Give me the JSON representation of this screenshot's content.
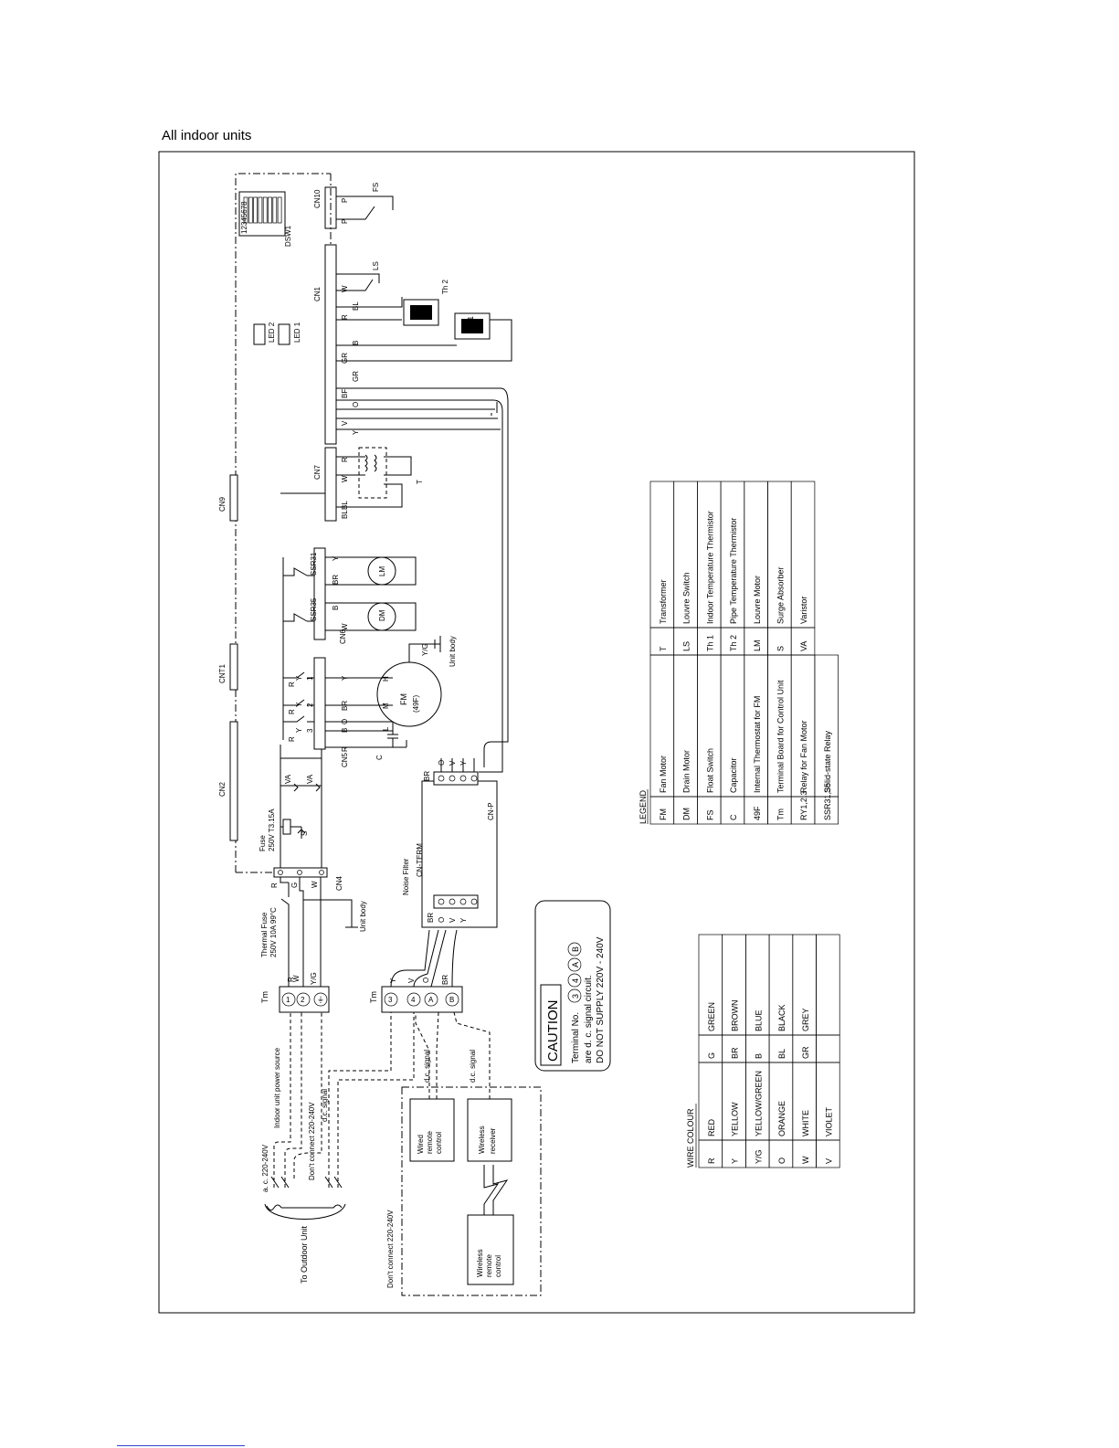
{
  "title": "All indoor units",
  "caution": {
    "heading": "CAUTION",
    "line1": "Terminal No.",
    "circled": [
      "3",
      "4",
      "A",
      "B"
    ],
    "line2": "are d. c. signal circuit.",
    "line3": "DO NOT SUPPLY 220V - 240V"
  },
  "legend": {
    "heading": "LEGEND",
    "rows": [
      {
        "code": "FM",
        "desc": "Fan Motor",
        "code2": "T",
        "desc2": "Transformer"
      },
      {
        "code": "DM",
        "desc": "Drain Motor",
        "code2": "LS",
        "desc2": "Louvre Switch"
      },
      {
        "code": "FS",
        "desc": "Float Switch",
        "code2": "Th 1",
        "desc2": "Indoor Temperature Thermistor"
      },
      {
        "code": "C",
        "desc": "Capacitor",
        "code2": "Th 2",
        "desc2": "Pipe Temperature Thermistor"
      },
      {
        "code": "49F",
        "desc": "Internal Thermostat for FM",
        "code2": "LM",
        "desc2": "Louvre Motor"
      },
      {
        "code": "Tm",
        "desc": "Terminal Board for Control Unit",
        "code2": "S",
        "desc2": "Surge Absorber"
      },
      {
        "code": "RY1,2,3",
        "desc": "Relay for Fan Motor",
        "code2": "VA",
        "desc2": "Varistor"
      },
      {
        "code": "SSR31,35",
        "desc": "Solid-state Relay",
        "code2": "",
        "desc2": ""
      }
    ]
  },
  "wire_colour": {
    "heading": "WIRE COLOUR",
    "rows": [
      {
        "code": "R",
        "name": "RED",
        "code2": "G",
        "name2": "GREEN"
      },
      {
        "code": "Y",
        "name": "YELLOW",
        "code2": "BR",
        "name2": "BROWN"
      },
      {
        "code": "Y/G",
        "name": "YELLOW/GREEN",
        "code2": "B",
        "name2": "BLUE"
      },
      {
        "code": "O",
        "name": "ORANGE",
        "code2": "BL",
        "name2": "BLACK"
      },
      {
        "code": "W",
        "name": "WHITE",
        "code2": "GR",
        "name2": "GREY"
      },
      {
        "code": "V",
        "name": "VIOLET",
        "code2": "",
        "name2": ""
      }
    ]
  },
  "labels": {
    "to_outdoor": "To Outdoor Unit",
    "ac_supply": "a. c. 220-240V",
    "indoor_power": "Indoor unit power source",
    "dont_connect_1": "Don't connect 220-240V",
    "dc_signal": "d.c. signal",
    "dont_connect_2": "Don't connect 220-240V",
    "dc_signal_a": "d.c. signal",
    "dc_signal_b": "d.c. signal",
    "wired_remote": [
      "Wired",
      "remote",
      "control"
    ],
    "wireless_receiver": [
      "Wireless",
      "receiver"
    ],
    "wireless_remote": [
      "Wireless",
      "remote",
      "control"
    ],
    "tm": "Tm",
    "tm2": "Tm",
    "terminal_wires_top": [
      "R",
      "W",
      "Y/G"
    ],
    "terminal_ids_top": [
      "1",
      "2",
      "⏚"
    ],
    "terminal_wires_bottom": [
      "Y",
      "V",
      "O",
      "BR"
    ],
    "terminal_ids_bottom": [
      "3",
      "4",
      "A",
      "B"
    ],
    "thermal_fuse": [
      "Thermal Fuse",
      "250V 10A 99°C"
    ],
    "unit_body_1": "Unit body",
    "unit_body_2": "Unit body",
    "cn4": "CN4",
    "cn4_pins": [
      "R",
      "G",
      "W"
    ],
    "fuse": [
      "Fuse",
      "250V T3.15A"
    ],
    "va": "VA",
    "s": "S",
    "cn5": "CN5",
    "cn5_pins": [
      "R",
      "B",
      "O",
      "BR",
      "Y"
    ],
    "c": "C",
    "fm": "FM",
    "fm49f": "(49F)",
    "fm_taps": [
      "L",
      "M",
      "H"
    ],
    "fm_yg": "Y/G",
    "relay_labels": [
      "R",
      "Y",
      "3",
      "R",
      "Y",
      "2",
      "R",
      "Y",
      "1"
    ],
    "cn6": "CN6",
    "cn6_pins": [
      "W",
      "B",
      "BR",
      "Y"
    ],
    "dm": "DM",
    "lm": "LM",
    "ssr35": "SSR35",
    "ssr31": "SSR31",
    "cn7": "CN7",
    "cn7_pins": [
      "BL",
      "BL",
      "W",
      "R"
    ],
    "t": "T",
    "cn1": "CN1",
    "cn1_pins": [
      "Y",
      "V",
      "O",
      "BF",
      "GR",
      "GR",
      "B",
      "R",
      "BL",
      "W"
    ],
    "th1": "Th 1",
    "th2": "Th 2",
    "ls": "LS",
    "cn10": "CN10",
    "cn10_pins": [
      "P",
      "P"
    ],
    "fs": "FS",
    "dsw1": "DSW1",
    "dsw_numbers": "12345678",
    "led1": "LED 1",
    "led2": "LED 2",
    "cn2": "CN2",
    "cnt1": "CNT1",
    "cn9": "CN9",
    "noise_filter": "Noise Filter",
    "cn_term": "CN-TERM",
    "cn_p": "CN-P",
    "nf_pins_left": [
      "BR",
      "O",
      "V",
      "Y"
    ],
    "nf_pins_right": [
      "BR",
      "O",
      "V",
      "Y"
    ]
  }
}
